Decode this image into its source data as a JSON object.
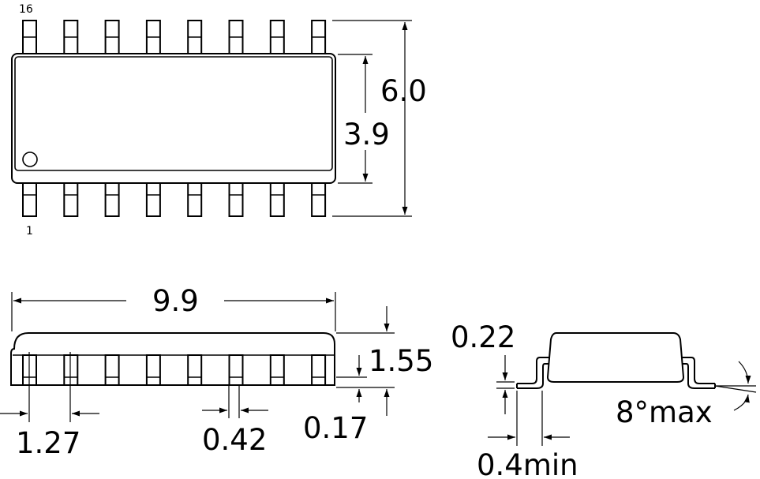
{
  "pins": {
    "top_label": "16",
    "bottom_label": "1",
    "per_side": 8
  },
  "dimensions": {
    "total_width": "6.0",
    "body_width": "3.9",
    "body_length": "9.9",
    "height": "1.55",
    "pitch": "1.27",
    "lead_width": "0.42",
    "standoff": "0.17",
    "lead_thickness": "0.22",
    "foot_length": "0.4min",
    "foot_angle": "8°max"
  }
}
